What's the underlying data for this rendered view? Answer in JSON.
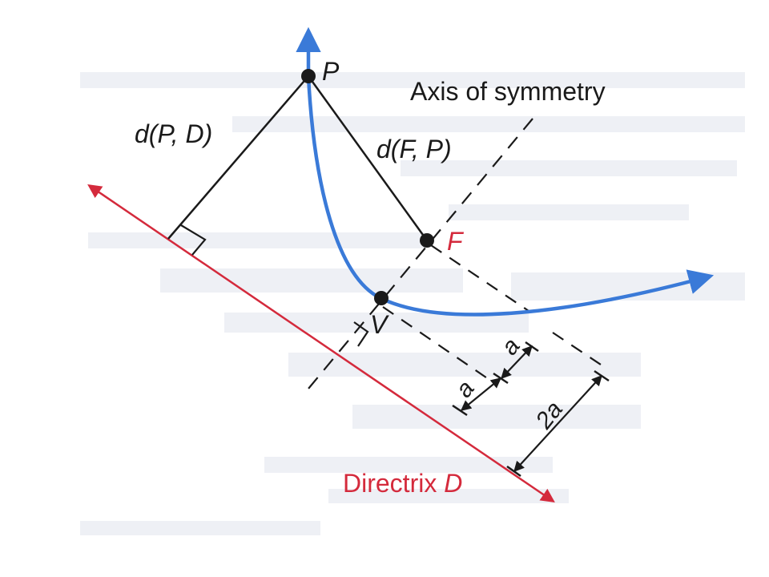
{
  "labels": {
    "p": "P",
    "f": "F",
    "v": "V",
    "d_pd": "d(P, D)",
    "d_fp": "d(F, P)",
    "axis": "Axis of symmetry",
    "directrix_word": "Directrix ",
    "directrix_letter": "D",
    "a1": "a",
    "a2": "a",
    "two_a": "2a"
  },
  "colors": {
    "curve": "#3a7ad8",
    "directrix": "#d42a3c",
    "ink": "#1a1a1a",
    "ghost": "#e9ecf3"
  }
}
